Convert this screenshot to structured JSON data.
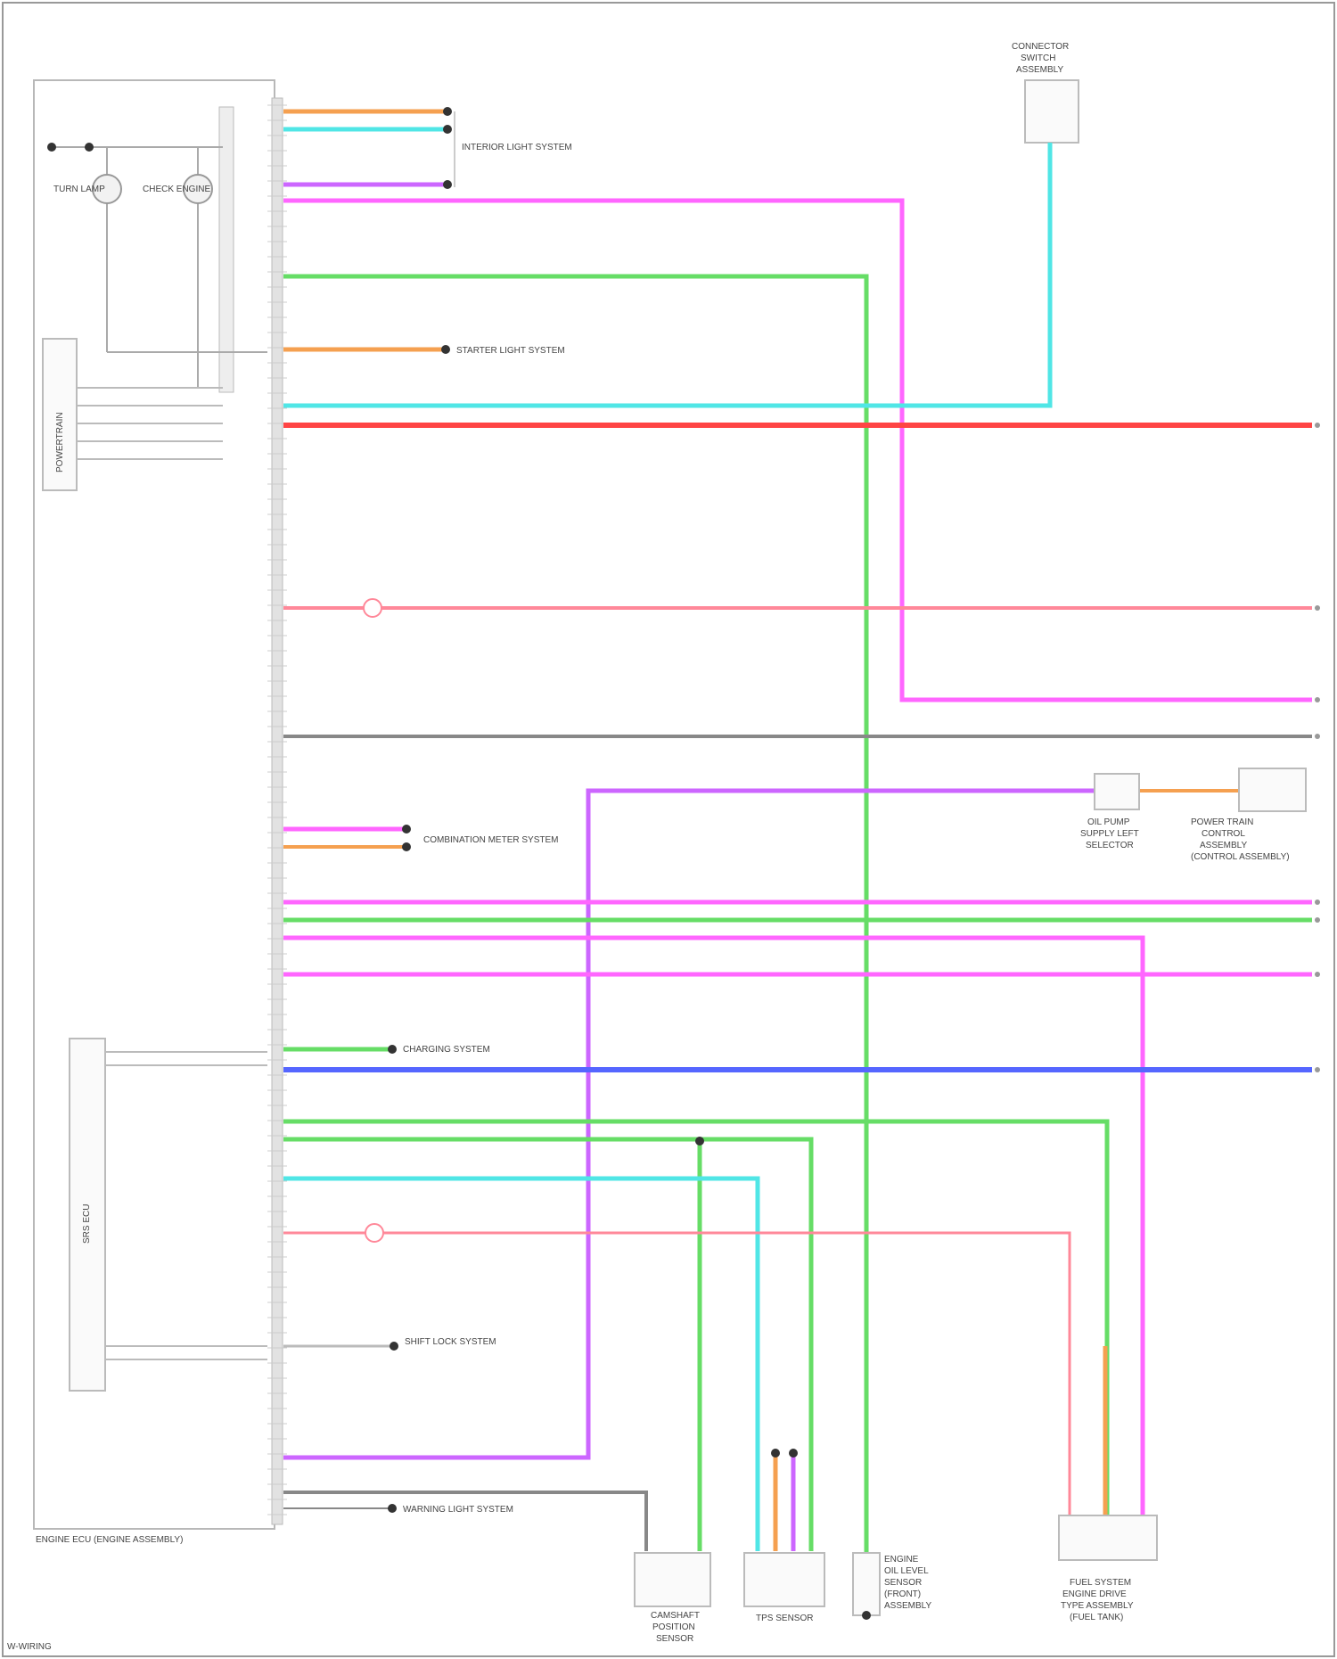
{
  "page": {
    "footer_code": "W-WIRING"
  },
  "ecm": {
    "label": "ENGINE ECU (ENGINE ASSEMBLY)"
  },
  "top_component": {
    "label_lines": [
      "CONNECTOR",
      "SWITCH",
      "ASSEMBLY"
    ]
  },
  "left_lamps": [
    "TURN LAMP",
    "CHECK ENGINE"
  ],
  "left_box_label": "POWERTRAIN",
  "ecu_box_label": "SRS ECU",
  "wire_colors": {
    "orange": "#f5a050",
    "cyan": "#50e6e6",
    "violet": "#cc66ff",
    "magenta": "#ff66ff",
    "green": "#66dd66",
    "red": "#ff4444",
    "pink": "#ff8899",
    "gray": "#888888",
    "blue": "#5566ff",
    "black": "#333333"
  },
  "references": [
    "INTERIOR LIGHT SYSTEM",
    "STARTER LIGHT SYSTEM",
    "COMBINATION METER SYSTEM",
    "CHARGING SYSTEM",
    "SHIFT LOCK SYSTEM",
    "WARNING LIGHT SYSTEM"
  ],
  "bottom_components": [
    {
      "label_lines": [
        "CAMSHAFT",
        "POSITION",
        "SENSOR"
      ]
    },
    {
      "label_lines": [
        "TPS SENSOR"
      ]
    },
    {
      "label_lines": [
        "ENGINE",
        "OIL LEVEL",
        "SENSOR",
        "(FRONT)",
        "ASSEMBLY"
      ]
    },
    {
      "label_lines": [
        "FUEL SYSTEM",
        "ENGINE DRIVE",
        "TYPE ASSEMBLY",
        "(FUEL TANK)"
      ]
    }
  ],
  "mid_right_components": [
    {
      "label_lines": [
        "OIL PUMP",
        "SUPPLY LEFT",
        "SELECTOR"
      ]
    },
    {
      "label_lines": [
        "POWER TRAIN",
        "CONTROL",
        "ASSEMBLY",
        "(CONTROL ASSEMBLY)"
      ]
    }
  ]
}
